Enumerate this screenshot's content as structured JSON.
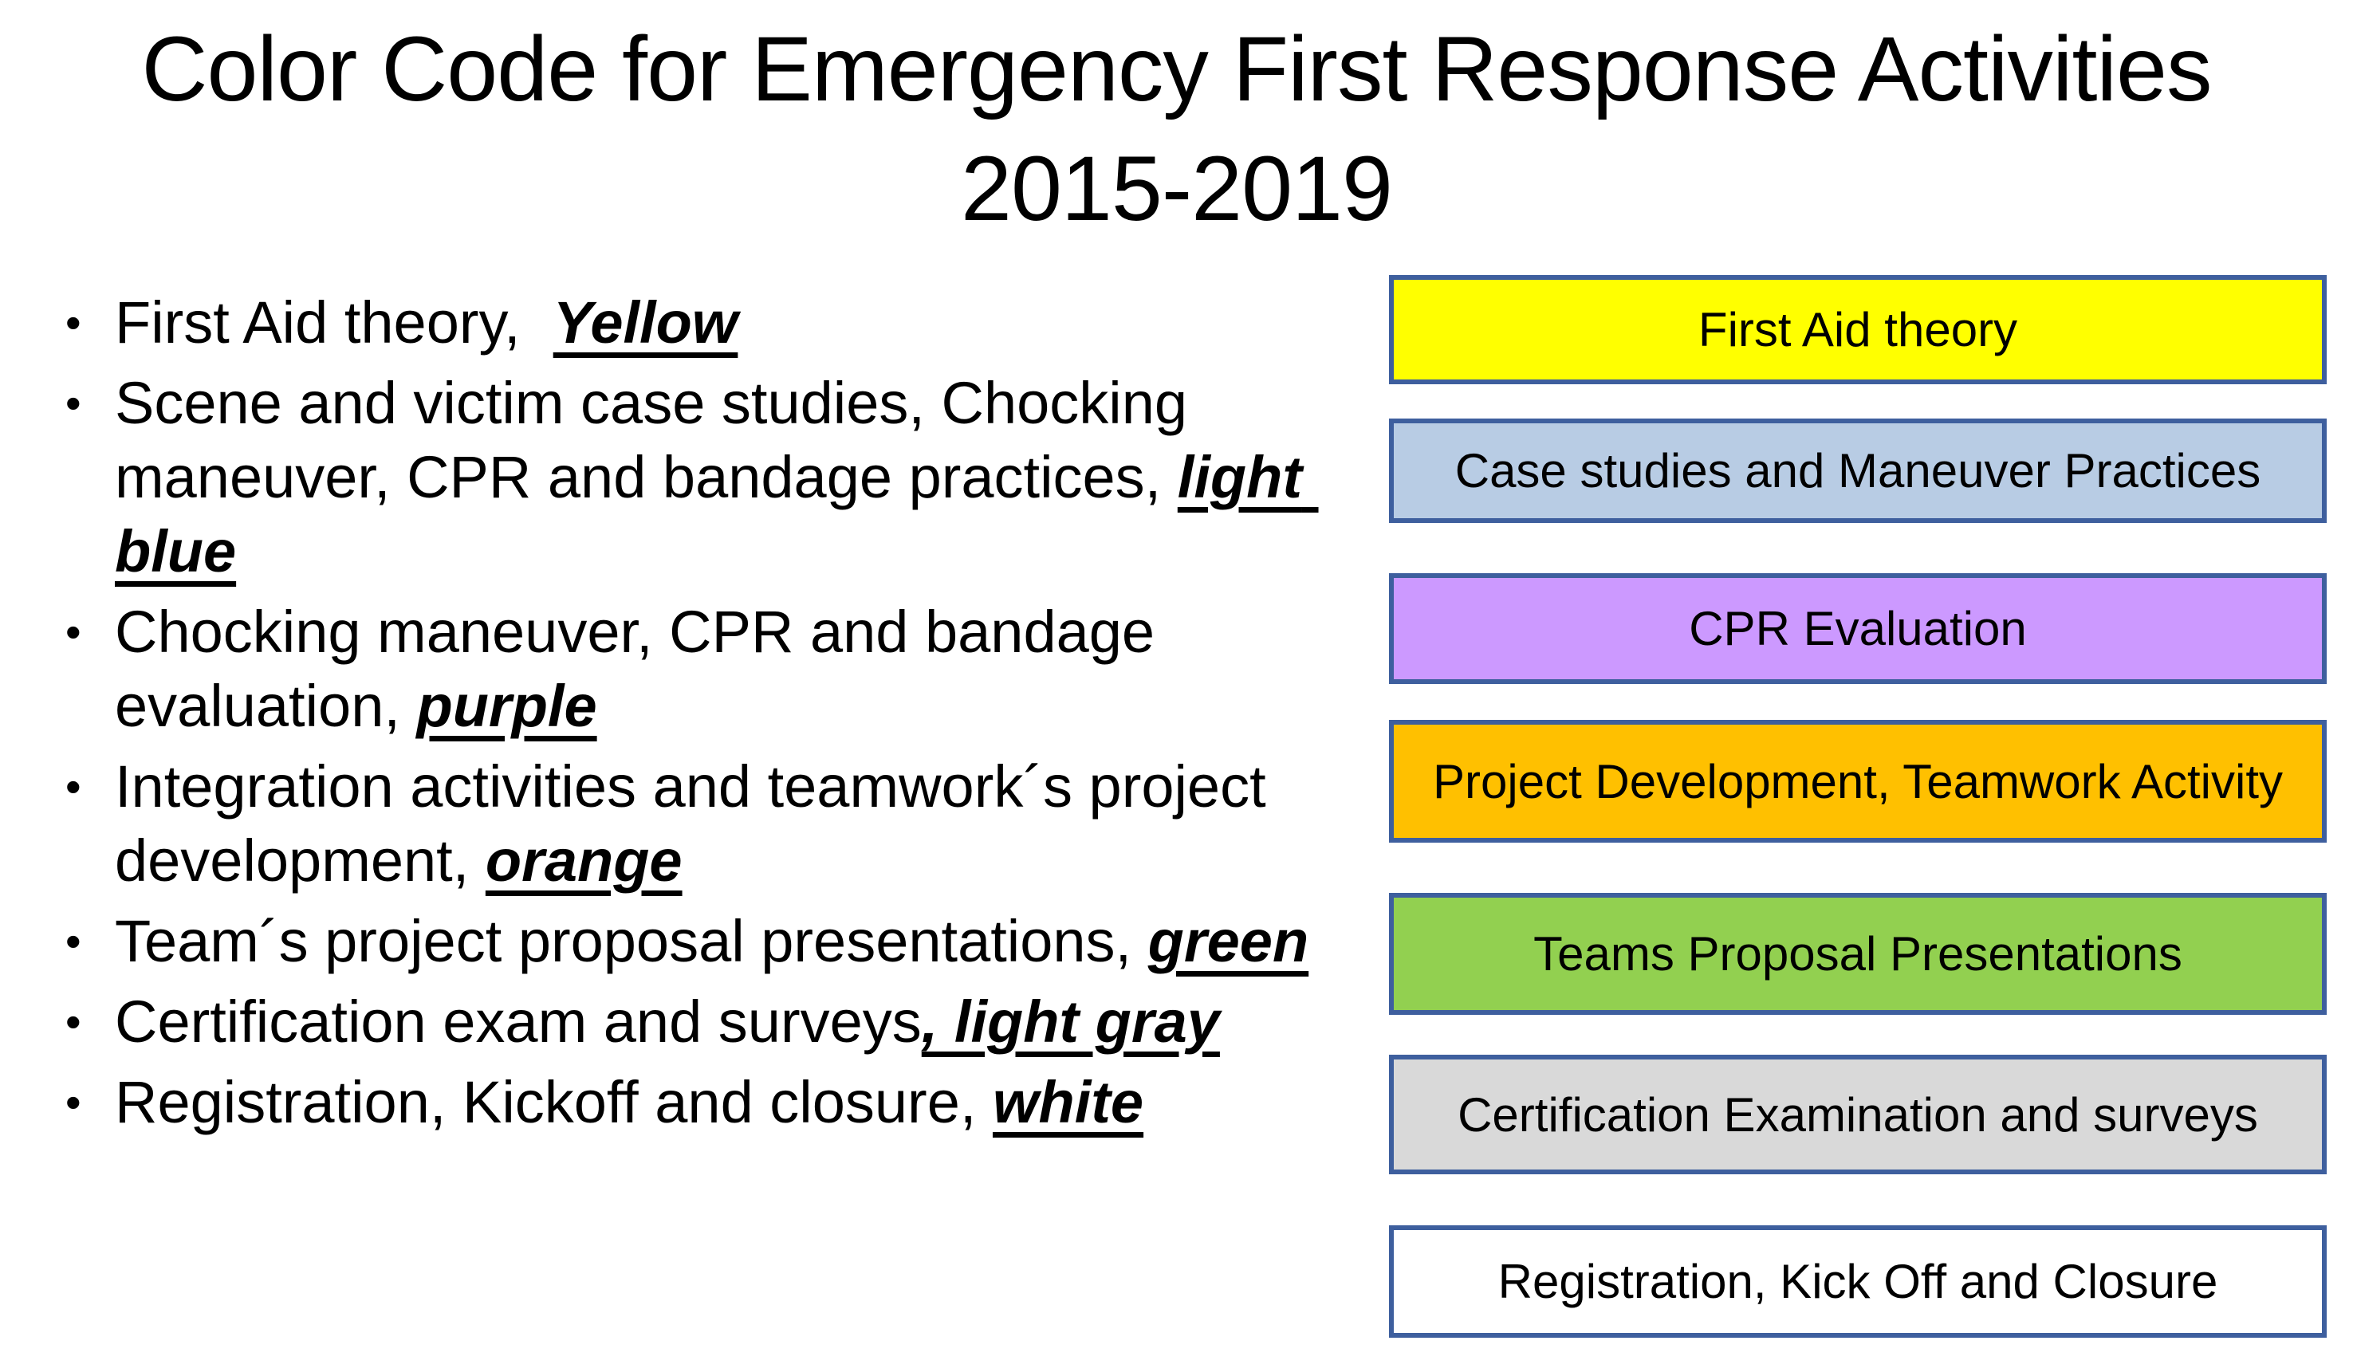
{
  "header": {
    "title_line1": "Color Code for Emergency First Response Activities",
    "title_line2": "2015-2019"
  },
  "bullet_glyph": "•",
  "bullets": [
    {
      "prefix": "First Aid theory,  ",
      "emph": "Yellow"
    },
    {
      "prefix": "Scene and victim case studies, Chocking maneuver, CPR and bandage practices, ",
      "emph": "light blue"
    },
    {
      "prefix": "Chocking maneuver, CPR and bandage evaluation, ",
      "emph": "purple"
    },
    {
      "prefix": "Integration activities and teamwork´s project development, ",
      "emph": "orange"
    },
    {
      "prefix": "Team´s project proposal presentations, ",
      "emph": "green"
    },
    {
      "prefix": "Certification exam and surveys",
      "emph": ", light gray"
    },
    {
      "prefix": "Registration, Kickoff and closure, ",
      "emph": "white"
    }
  ],
  "legend_boxes": [
    {
      "label": "First Aid theory",
      "fill": "#FFFF00"
    },
    {
      "label": "Case studies and Maneuver Practices",
      "fill": "#B8CCE4"
    },
    {
      "label": "CPR Evaluation",
      "fill": "#CC99FF"
    },
    {
      "label": "Project Development, Teamwork Activity",
      "fill": "#FFC000"
    },
    {
      "label": "Teams Proposal Presentations",
      "fill": "#92D050"
    },
    {
      "label": "Certification Examination and surveys",
      "fill": "#D9D9D9"
    },
    {
      "label": "Registration, Kick Off and Closure",
      "fill": "#FFFFFF"
    }
  ],
  "colors": {
    "box_border": "#3E5F9E",
    "text": "#000000",
    "background": "#FFFFFF"
  }
}
